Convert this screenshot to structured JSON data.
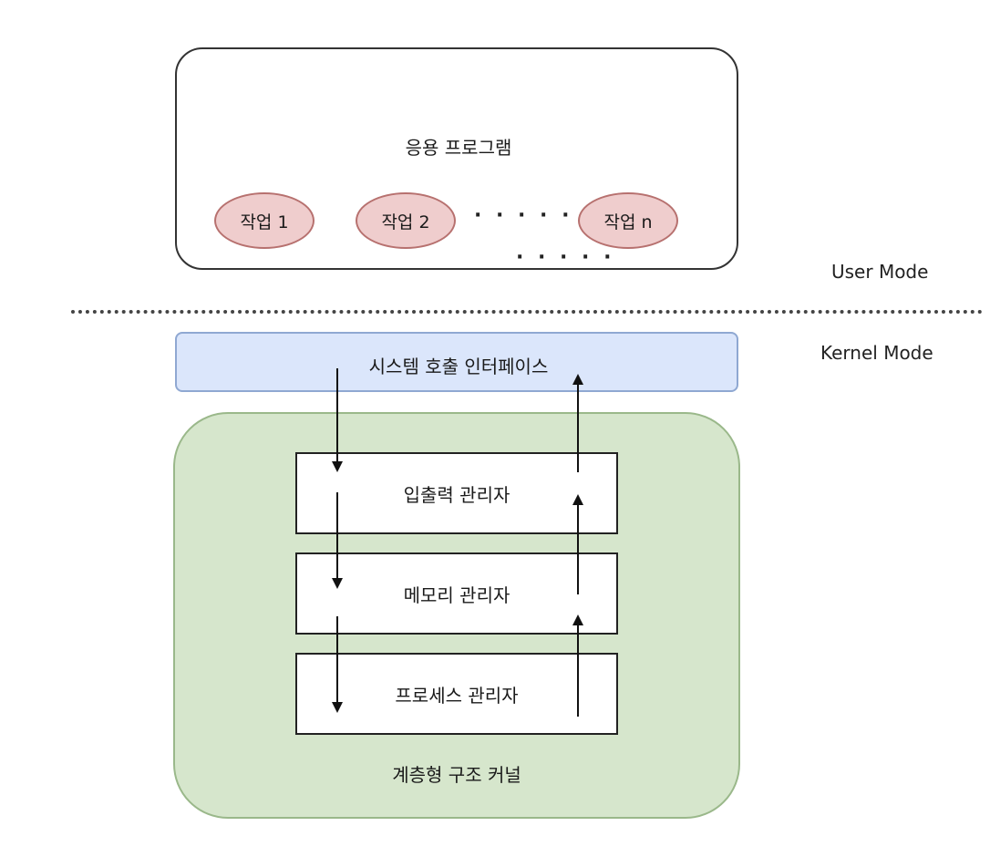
{
  "user_space": {
    "title": "응용 프로그램",
    "tasks": [
      "작업 1",
      "작업 2",
      "작업 n"
    ],
    "ellipsis": "· · · · ·",
    "ellipsis2": "· · · · ·"
  },
  "modes": {
    "user": "User Mode",
    "kernel": "Kernel Mode"
  },
  "syscall_interface": "시스템 호출 인터페이스",
  "managers": [
    "입출력 관리자",
    "메모리 관리자",
    "프로세스 관리자"
  ],
  "kernel_label": "계층형 구조 커널",
  "colors": {
    "task_fill": "#efcdcd",
    "syscall_fill": "#dbe6fb",
    "kernel_fill": "#d6e6cc"
  }
}
